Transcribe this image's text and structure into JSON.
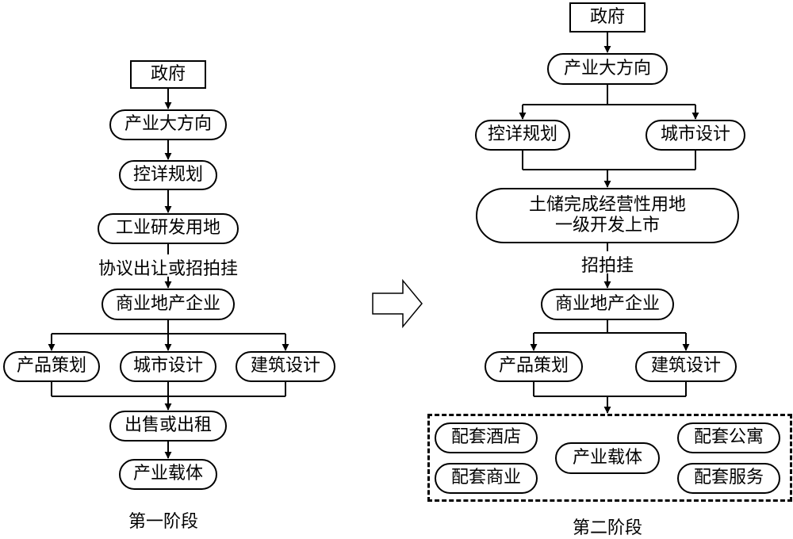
{
  "stage1": {
    "government": "政府",
    "industry_direction": "产业大方向",
    "detailed_planning": "控详规划",
    "industrial_rd_land": "工业研发用地",
    "transfer_method": "协议出让或招拍挂",
    "real_estate_company": "商业地产企业",
    "product_planning": "产品策划",
    "urban_design": "城市设计",
    "architectural_design": "建筑设计",
    "sale_or_lease": "出售或出租",
    "industrial_carrier": "产业载体",
    "caption": "第一阶段"
  },
  "stage2": {
    "government": "政府",
    "industry_direction": "产业大方向",
    "detailed_planning": "控详规划",
    "urban_design": "城市设计",
    "land_line1": "土储完成经营性用地",
    "land_line2": "一级开发上市",
    "auction": "招拍挂",
    "real_estate_company": "商业地产企业",
    "product_planning": "产品策划",
    "architectural_design": "建筑设计",
    "hotel": "配套酒店",
    "apartment": "配套公寓",
    "industrial_carrier": "产业载体",
    "commerce": "配套商业",
    "services": "配套服务",
    "caption": "第二阶段"
  }
}
